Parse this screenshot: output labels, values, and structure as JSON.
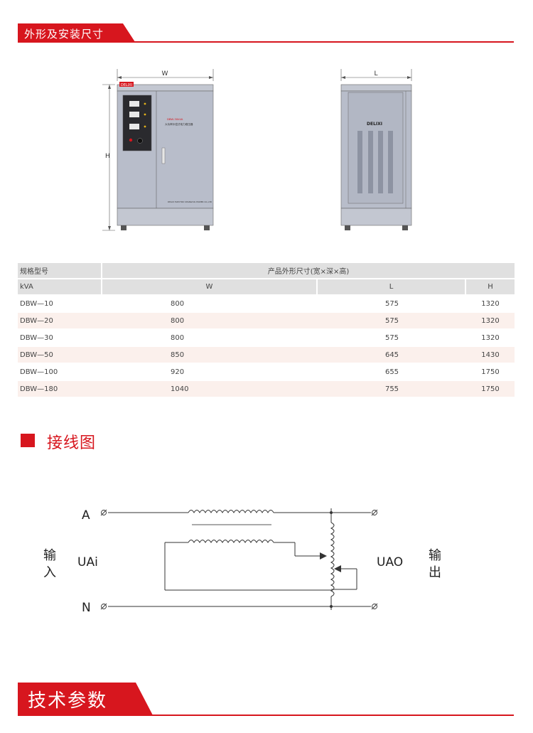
{
  "section1": {
    "title": "外形及安装尺寸"
  },
  "front_view": {
    "dim_w": "W",
    "dim_h": "H",
    "logo": "DELIXI",
    "model_label": "DBW-30kVA",
    "product_label": "大功率补偿式电力稳压器",
    "maker_label": "DELIXI ELECTRIC SHANGHAI POWER CO.,LTD"
  },
  "side_view": {
    "dim_l": "L",
    "logo": "DELIXI"
  },
  "dims_table": {
    "col_model": "规格型号",
    "col_group": "产品外形尺寸(宽×深×高)",
    "unit": "kVA",
    "col_w": "W",
    "col_l": "L",
    "col_h": "H",
    "rows": [
      {
        "model": "DBW—10",
        "w": "800",
        "l": "575",
        "h": "1320"
      },
      {
        "model": "DBW—20",
        "w": "800",
        "l": "575",
        "h": "1320"
      },
      {
        "model": "DBW—30",
        "w": "800",
        "l": "575",
        "h": "1320"
      },
      {
        "model": "DBW—50",
        "w": "850",
        "l": "645",
        "h": "1430"
      },
      {
        "model": "DBW—100",
        "w": "920",
        "l": "655",
        "h": "1750"
      },
      {
        "model": "DBW—180",
        "w": "1040",
        "l": "755",
        "h": "1750"
      }
    ]
  },
  "section2": {
    "title": "接线图"
  },
  "wiring": {
    "terminal_a": "A",
    "terminal_n": "N",
    "input_1": "输",
    "input_2": "入",
    "input_voltage": "UAi",
    "output_voltage": "UAO",
    "output_1": "输",
    "output_2": "出"
  },
  "section3": {
    "title": "技术参数"
  }
}
